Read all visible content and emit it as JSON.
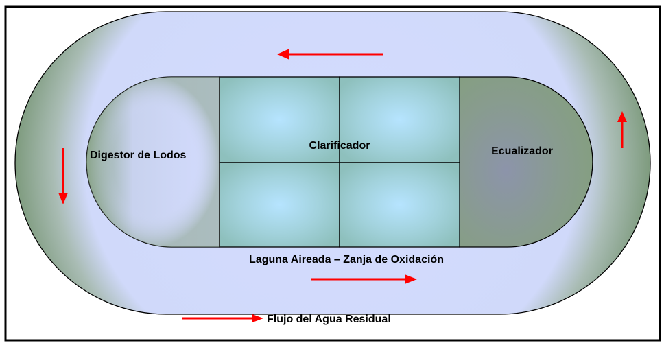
{
  "labels": {
    "digestor": "Digestor de Lodos",
    "clarificador": "Clarificador",
    "ecualizador": "Ecualizador",
    "laguna": "Laguna Aireada – Zanja de Oxidación",
    "legend": "Flujo del Agua Residual"
  },
  "colors": {
    "arrow": "#ff0000",
    "outline": "#000000",
    "lagoon_light": "#d4dcff",
    "lagoon_dark": "#7e9b7e",
    "clarifier_center": "#b4e2ff",
    "clarifier_edge": "#8ec0bd",
    "equalizer_center": "#8d96a8",
    "equalizer_edge": "#849f7f"
  }
}
